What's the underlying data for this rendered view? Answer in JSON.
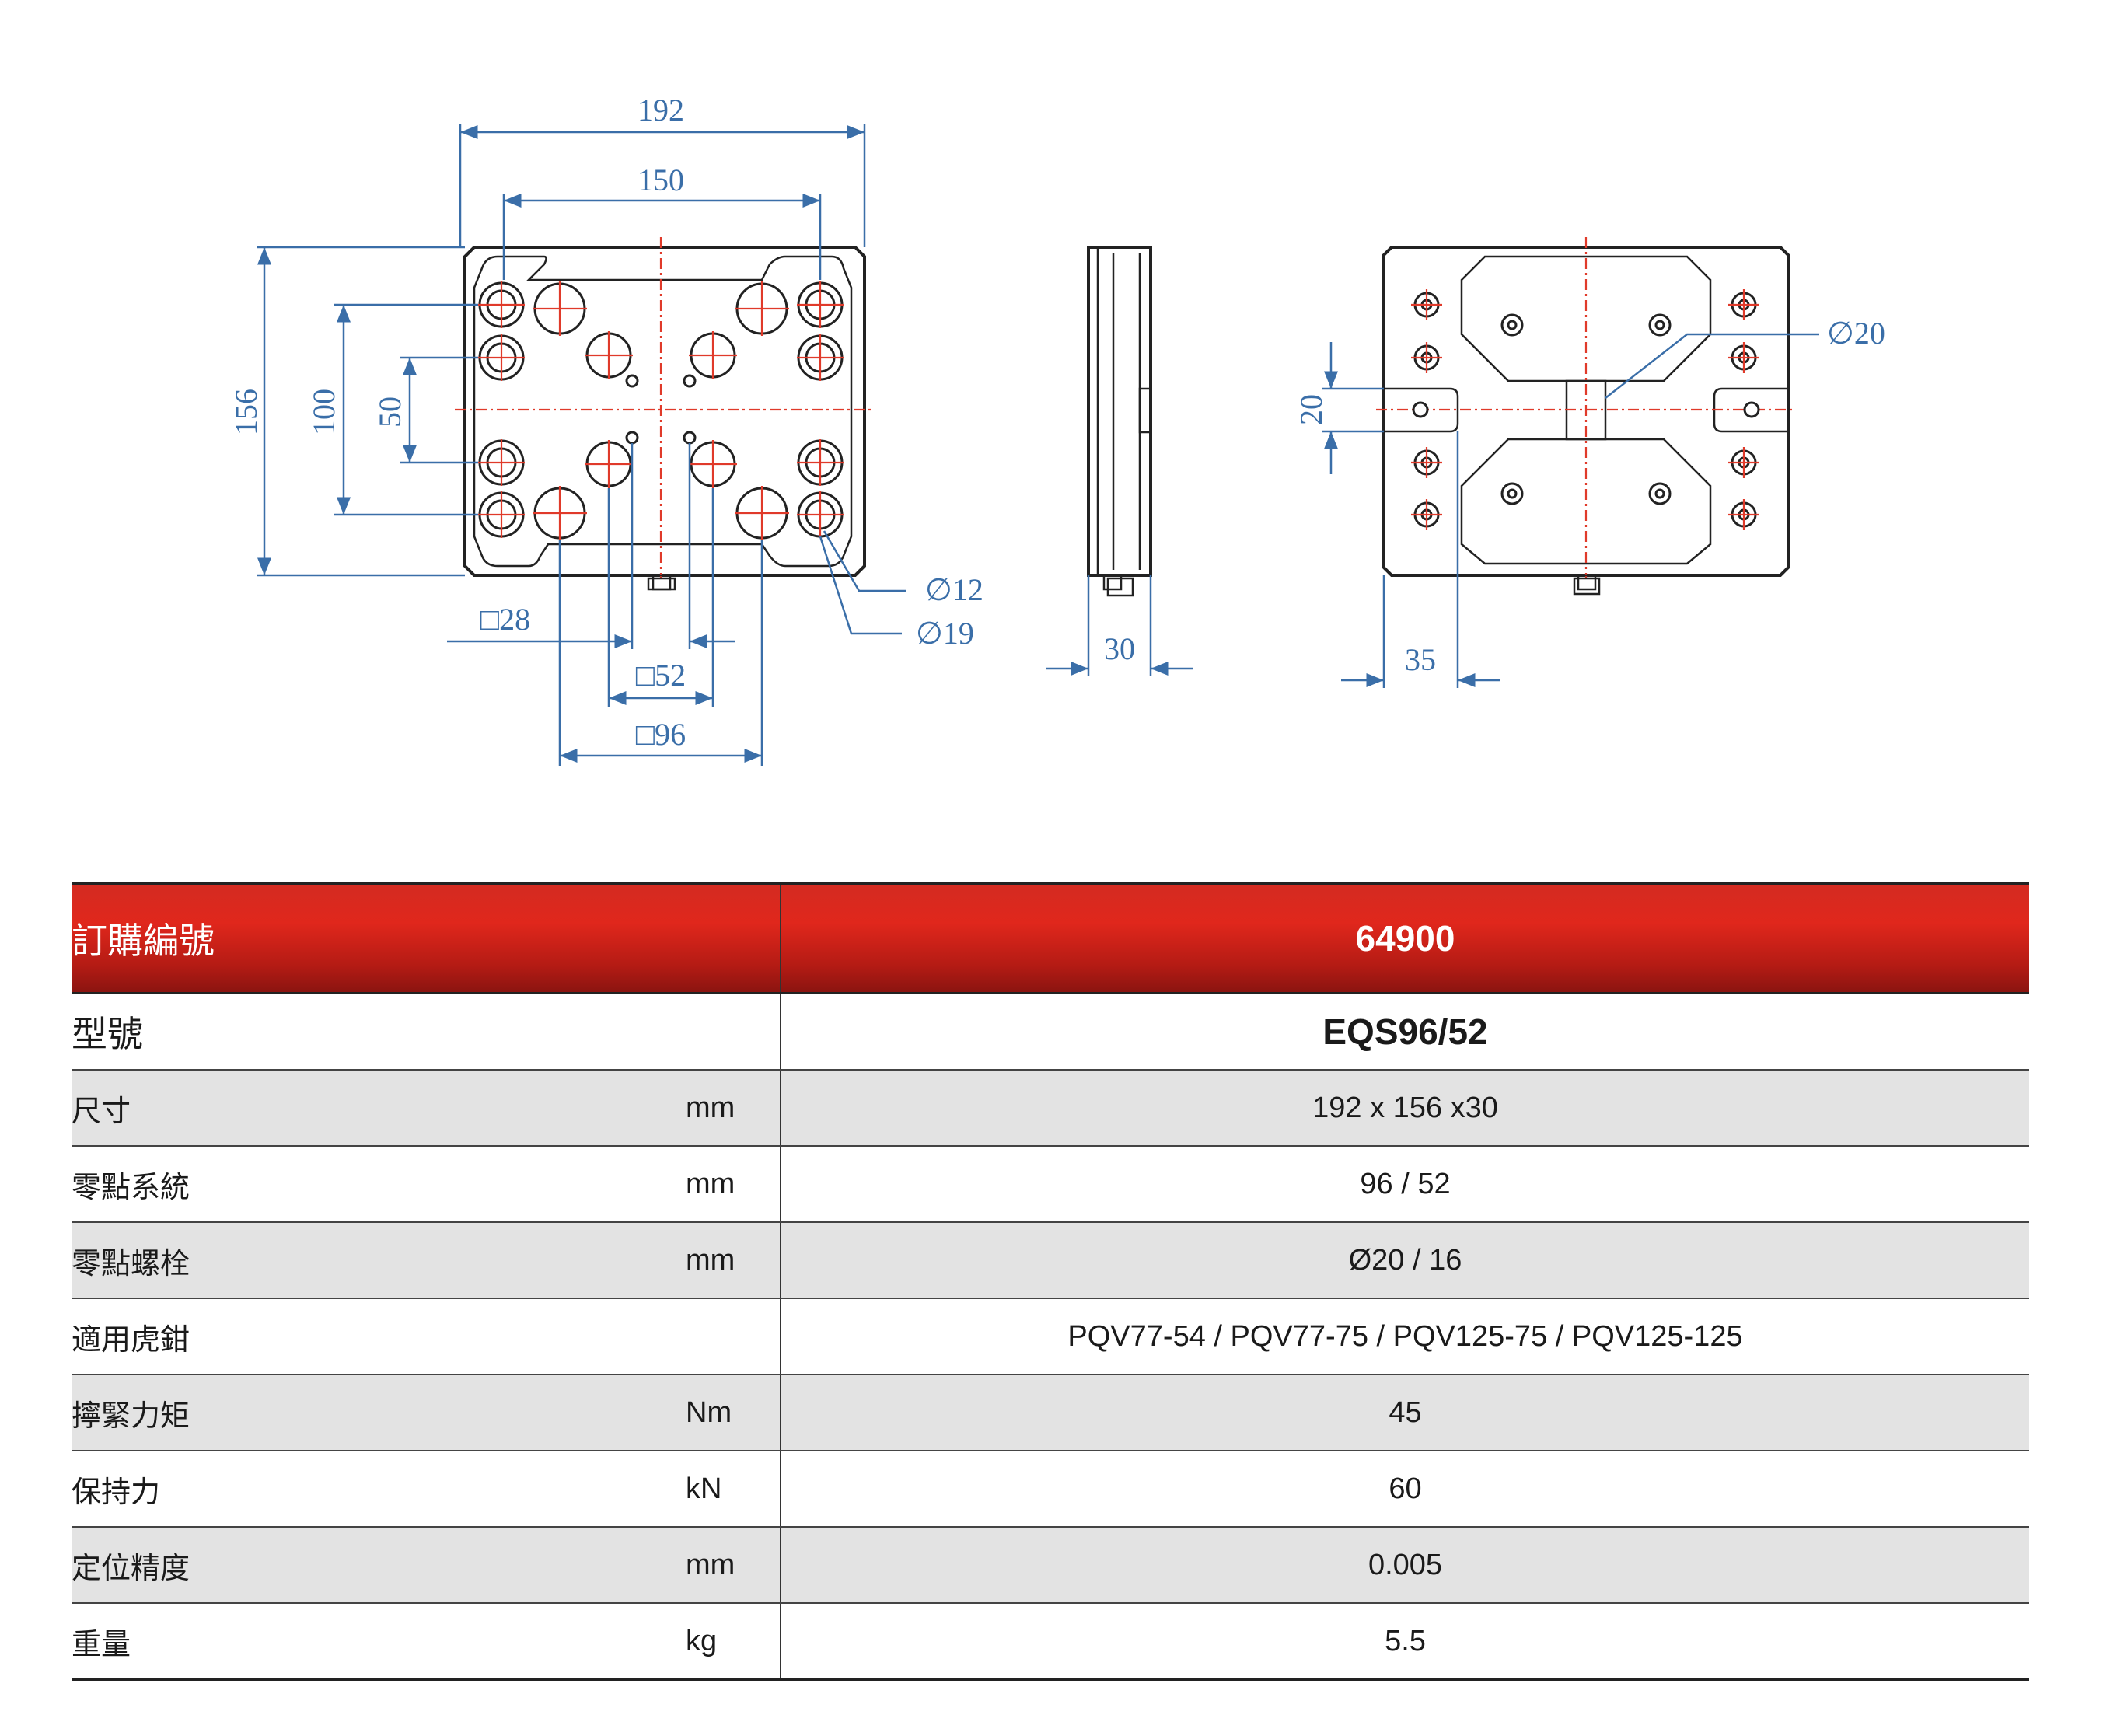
{
  "drawing": {
    "dimensions": {
      "width_total": "192",
      "width_holes": "150",
      "height_total": "156",
      "height_100": "100",
      "height_50": "50",
      "sq28": "□28",
      "sq52": "□52",
      "sq96": "□96",
      "dia12": "∅12",
      "dia19": "∅19",
      "thickness": "30",
      "dia20": "∅20",
      "slot20": "20",
      "offset35": "35"
    }
  },
  "table": {
    "header": {
      "label": "訂購編號",
      "value": "64900"
    },
    "rows": [
      {
        "label": "型號",
        "unit": "",
        "value": "EQS96/52"
      },
      {
        "label": "尺寸",
        "unit": "mm",
        "value": "192 x 156 x30"
      },
      {
        "label": "零點系統",
        "unit": "mm",
        "value": "96 / 52"
      },
      {
        "label": "零點螺栓",
        "unit": "mm",
        "value": "Ø20 / 16"
      },
      {
        "label": "適用虎鉗",
        "unit": "",
        "value": "PQV77-54 / PQV77-75 / PQV125-75 / PQV125-125"
      },
      {
        "label": "擰緊力矩",
        "unit": "Nm",
        "value": "45"
      },
      {
        "label": "保持力",
        "unit": "kN",
        "value": "60"
      },
      {
        "label": "定位精度",
        "unit": "mm",
        "value": "0.005"
      },
      {
        "label": "重量",
        "unit": "kg",
        "value": "5.5"
      }
    ]
  }
}
